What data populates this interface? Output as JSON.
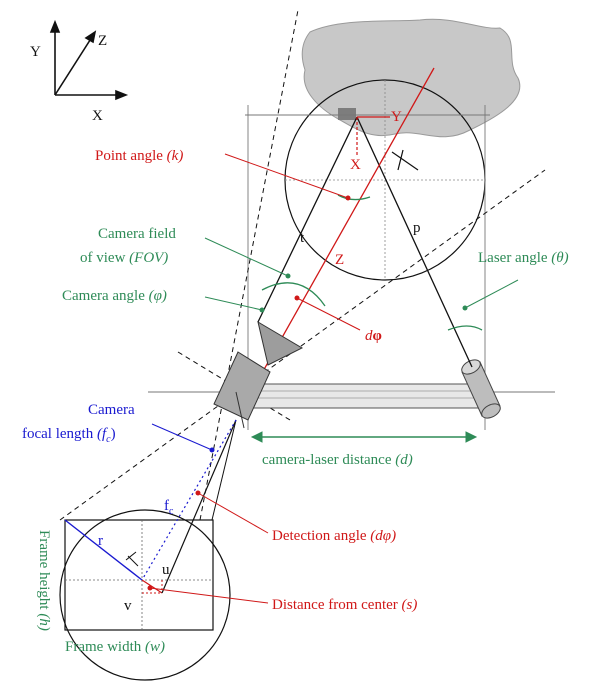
{
  "axes": {
    "x": "X",
    "y": "Y",
    "z": "Z"
  },
  "labels": {
    "point_angle": "Point angle",
    "point_angle_sym": "(k)",
    "camera_fov_line1": "Camera field",
    "camera_fov_line2": "of view",
    "camera_fov_sym": "(FOV)",
    "camera_angle": "Camera angle",
    "camera_angle_sym": "(φ)",
    "laser_angle": "Laser angle",
    "laser_angle_sym": "(θ)",
    "d_phi_d": "d",
    "d_phi_phi": "φ",
    "focal_line1": "Camera",
    "focal_line2": "focal length",
    "focal_sym_open": "(f",
    "focal_sub": "c",
    "focal_sym_close": ")",
    "camera_laser_distance": "camera-laser distance",
    "camera_laser_sym": "(d)",
    "fc_main": "f",
    "fc_sub": "c",
    "detection_angle": "Detection angle",
    "detection_angle_sym": "(dφ)",
    "distance_center": "Distance from center",
    "distance_center_sym": "(s)",
    "frame_width": "Frame width",
    "frame_width_sym": "(w)",
    "frame_height": "Frame height",
    "frame_height_sym": "(h)",
    "t": "t",
    "p": "p",
    "r": "r",
    "u": "u",
    "v": "v",
    "x_small": "X",
    "y_small": "Y"
  },
  "colors": {
    "red": "#d01818",
    "green": "#2e8b57",
    "blue": "#1a1ad0",
    "rock": "#c8c8c8",
    "camera_body": "#bdbdbd"
  }
}
